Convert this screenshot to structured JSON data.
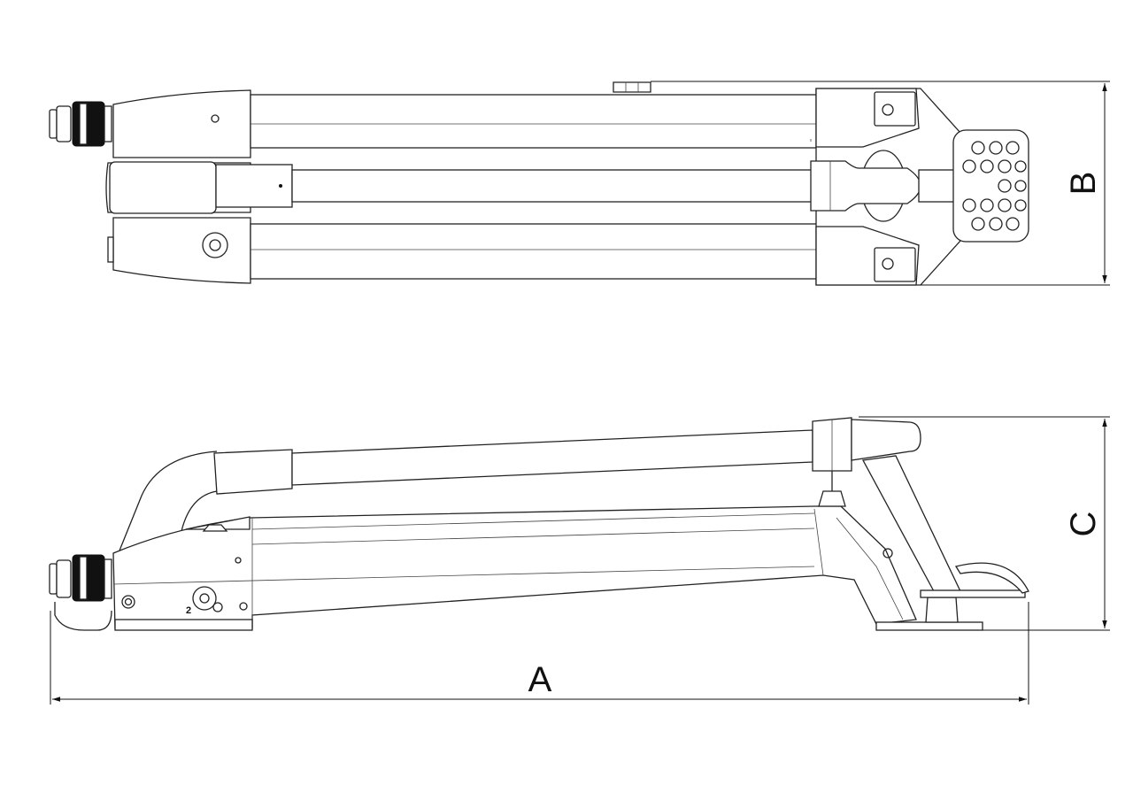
{
  "diagram": {
    "dimension_labels": {
      "length": "A",
      "width": "B",
      "height": "C"
    },
    "part_number_label": "2"
  }
}
